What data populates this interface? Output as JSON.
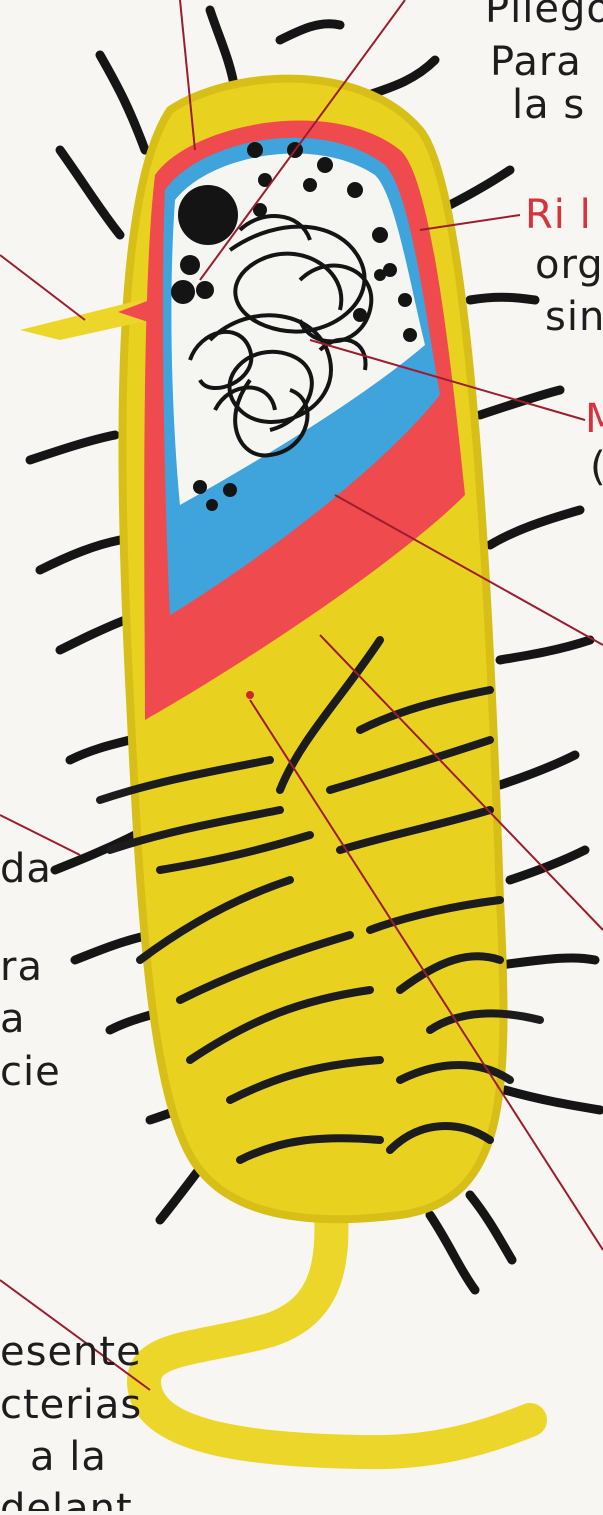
{
  "labels": {
    "top_right": [
      "Pliego",
      "Para",
      "la s"
    ],
    "ribo": [
      "Ri l",
      "org",
      "sin"
    ],
    "membrane_right": [
      "M",
      "("
    ],
    "fimbria_left": [
      "da",
      "ra",
      "a",
      "cie"
    ],
    "flagellum_left": [
      "esente",
      "cterias",
      "a la",
      "delant"
    ]
  },
  "colors": {
    "cytoplasm_yellow": "#e9d21f",
    "wall_red": "#ef4a4d",
    "membrane_blue": "#3fa3dc",
    "nucleoid_black": "#141414",
    "pointer_line": "#9c1d2d"
  }
}
